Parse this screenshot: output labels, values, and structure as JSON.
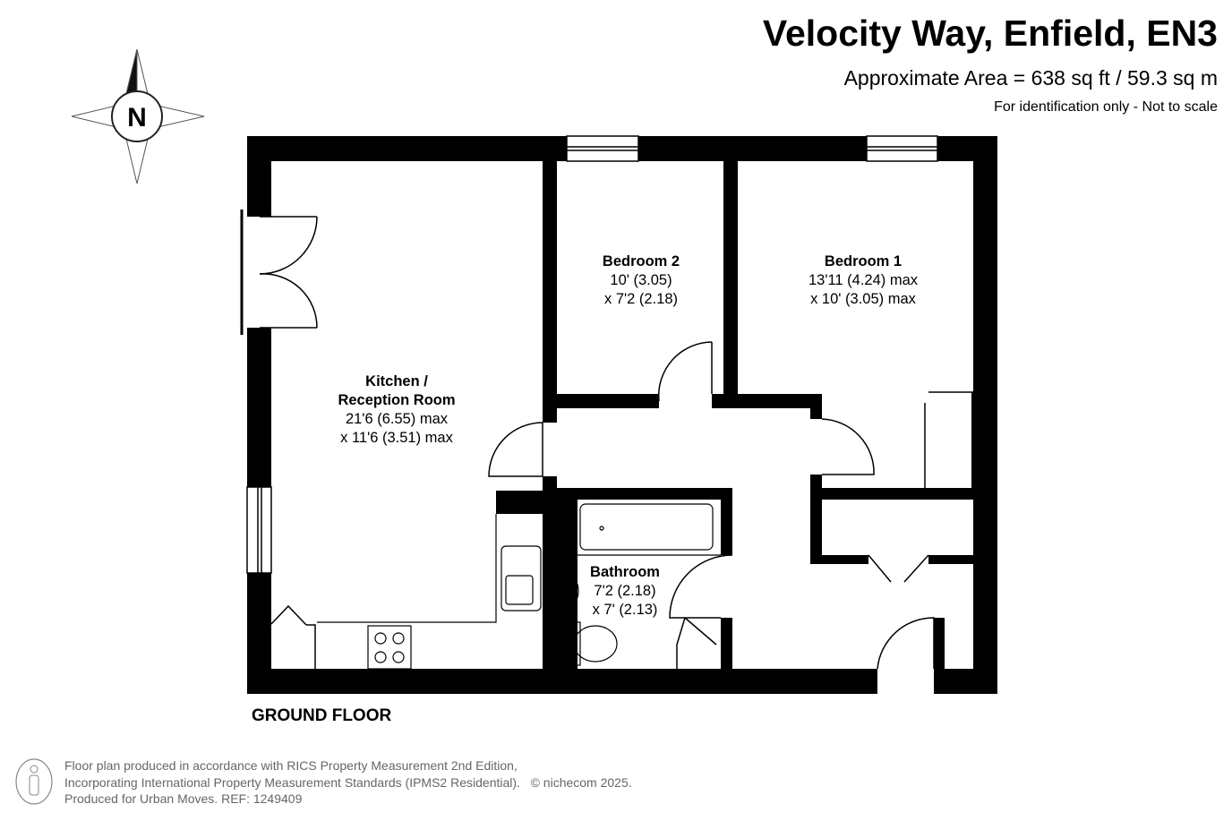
{
  "header": {
    "title": "Velocity Way, Enfield, EN3",
    "area": "Approximate Area = 638 sq ft / 59.3 sq m",
    "note": "For identification only - Not to scale"
  },
  "compass": {
    "label": "N"
  },
  "rooms": [
    {
      "name": "Kitchen / Reception Room",
      "line1": "Kitchen /",
      "line2": "Reception Room",
      "dim1": "21'6 (6.55) max",
      "dim2": "x 11'6 (3.51) max"
    },
    {
      "name": "Bedroom 2",
      "dim1": "10' (3.05)",
      "dim2": "x 7'2 (2.18)"
    },
    {
      "name": "Bedroom 1",
      "dim1": "13'11 (4.24) max",
      "dim2": "x 10' (3.05) max"
    },
    {
      "name": "Bathroom",
      "dim1": "7'2 (2.18)",
      "dim2": "x 7' (2.13)"
    }
  ],
  "floor_label": "GROUND FLOOR",
  "footer": {
    "line1": "Floor plan produced in accordance with RICS Property Measurement 2nd Edition,",
    "line2": "Incorporating International Property Measurement Standards (IPMS2 Residential).",
    "copyright": "© nichecom 2025.",
    "line3": "Produced for Urban Moves.   REF: 1249409"
  }
}
